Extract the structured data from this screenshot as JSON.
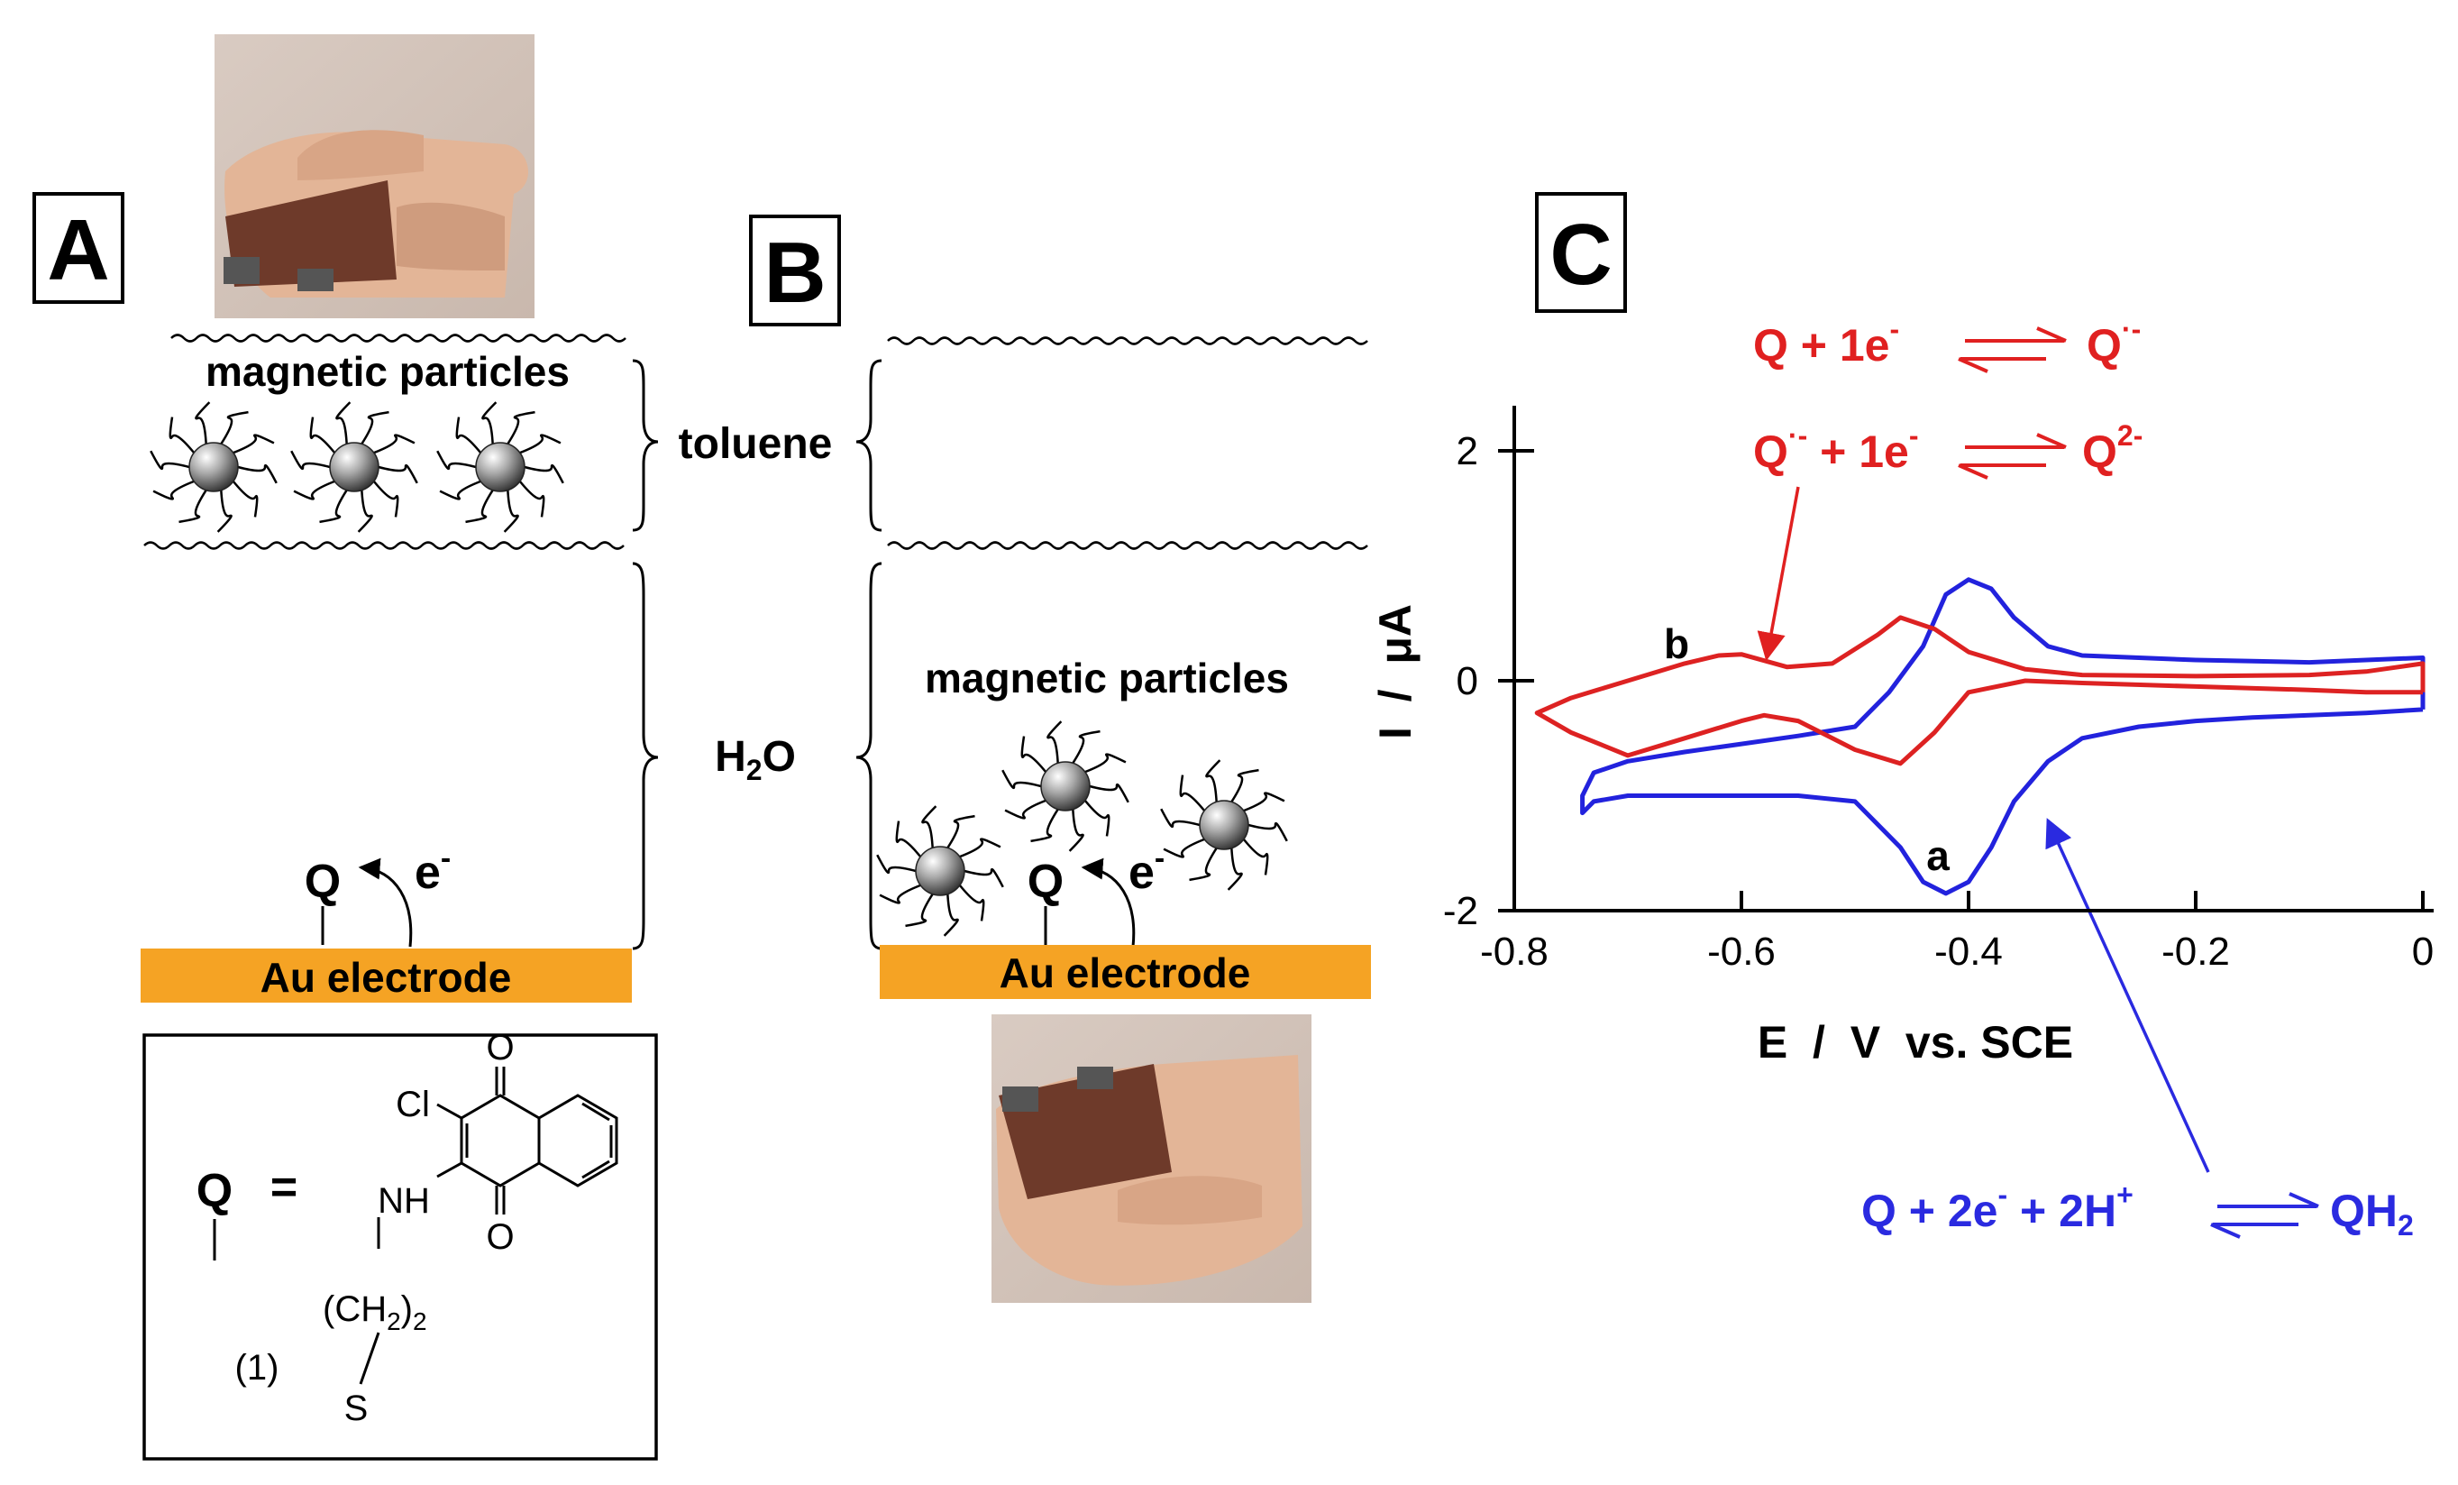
{
  "panel_a": {
    "label": "A",
    "particles_label": "magnetic particles",
    "toluene_label": "toluene",
    "water_label_base": "H",
    "water_label_sub": "2",
    "water_label_end": "O",
    "q_label": "Q",
    "e_label": "e",
    "e_sup": "-",
    "electrode_label": "Au electrode"
  },
  "panel_b": {
    "label": "B",
    "particles_label": "magnetic particles",
    "q_label": "Q",
    "e_label": "e",
    "e_sup": "-",
    "electrode_label": "Au electrode"
  },
  "structure": {
    "q_label": "Q",
    "equals": "=",
    "cl_label": "Cl",
    "o_top": "O",
    "o_bottom": "O",
    "nh_label": "NH",
    "chain_open": "(CH",
    "chain_sub": "2",
    "chain_close": ")",
    "chain_sub2": "2",
    "s_label": "S",
    "compound_number": "(1)"
  },
  "panel_c": {
    "label": "C",
    "reaction1": {
      "left": "Q  + 1e",
      "sup": "-",
      "right": "Q",
      "right_sup": "·-"
    },
    "reaction2": {
      "left": "Q",
      "left_sup": "·-",
      "mid": " + 1e",
      "mid_sup": "-",
      "right": "Q",
      "right_sup": "2-"
    },
    "reaction3": {
      "left": "Q  + 2e",
      "sup1": "-",
      "mid": " + 2H",
      "sup2": "+",
      "right": "QH",
      "right_sub": "2"
    },
    "curve_a_label": "a",
    "curve_b_label": "b"
  },
  "chart_data": {
    "type": "line",
    "title": "",
    "xlabel": "E  /  V  vs. SCE",
    "ylabel": "I  /  μA",
    "xlim": [
      -0.8,
      0
    ],
    "ylim": [
      -2,
      2
    ],
    "x_ticks": [
      "-0.8",
      "-0.6",
      "-0.4",
      "-0.2",
      "0"
    ],
    "y_ticks": [
      "-2",
      "0",
      "2"
    ],
    "series": [
      {
        "name": "a",
        "color": "#2222dd",
        "x": [
          0.0,
          -0.05,
          -0.1,
          -0.15,
          -0.2,
          -0.25,
          -0.3,
          -0.33,
          -0.36,
          -0.38,
          -0.4,
          -0.42,
          -0.44,
          -0.46,
          -0.5,
          -0.55,
          -0.6,
          -0.65,
          -0.7,
          -0.73,
          -0.74,
          -0.74,
          -0.73,
          -0.7,
          -0.65,
          -0.6,
          -0.55,
          -0.5,
          -0.47,
          -0.44,
          -0.42,
          -0.4,
          -0.38,
          -0.36,
          -0.33,
          -0.3,
          -0.25,
          -0.2,
          -0.15,
          -0.1,
          -0.05,
          0.0,
          0.0
        ],
        "y": [
          -0.25,
          -0.28,
          -0.3,
          -0.32,
          -0.35,
          -0.4,
          -0.5,
          -0.7,
          -1.05,
          -1.45,
          -1.75,
          -1.85,
          -1.75,
          -1.45,
          -1.05,
          -1.0,
          -1.0,
          -1.0,
          -1.0,
          -1.05,
          -1.15,
          -1.0,
          -0.8,
          -0.7,
          -0.62,
          -0.55,
          -0.48,
          -0.4,
          -0.1,
          0.3,
          0.75,
          0.88,
          0.8,
          0.55,
          0.3,
          0.22,
          0.2,
          0.18,
          0.17,
          0.16,
          0.18,
          0.2,
          -0.25
        ]
      },
      {
        "name": "b",
        "color": "#dd2222",
        "x": [
          0.0,
          -0.05,
          -0.1,
          -0.2,
          -0.3,
          -0.35,
          -0.4,
          -0.43,
          -0.46,
          -0.5,
          -0.55,
          -0.58,
          -0.6,
          -0.65,
          -0.7,
          -0.75,
          -0.78,
          -0.75,
          -0.7,
          -0.65,
          -0.62,
          -0.6,
          -0.56,
          -0.52,
          -0.48,
          -0.46,
          -0.43,
          -0.4,
          -0.35,
          -0.3,
          -0.2,
          -0.1,
          -0.05,
          0.0,
          0.0
        ],
        "y": [
          -0.1,
          -0.1,
          -0.08,
          -0.05,
          -0.02,
          0.0,
          -0.1,
          -0.45,
          -0.72,
          -0.6,
          -0.35,
          -0.3,
          -0.35,
          -0.5,
          -0.65,
          -0.45,
          -0.28,
          -0.15,
          0.0,
          0.15,
          0.22,
          0.23,
          0.12,
          0.15,
          0.4,
          0.55,
          0.45,
          0.25,
          0.1,
          0.05,
          0.04,
          0.05,
          0.08,
          0.15,
          -0.1
        ]
      }
    ]
  }
}
